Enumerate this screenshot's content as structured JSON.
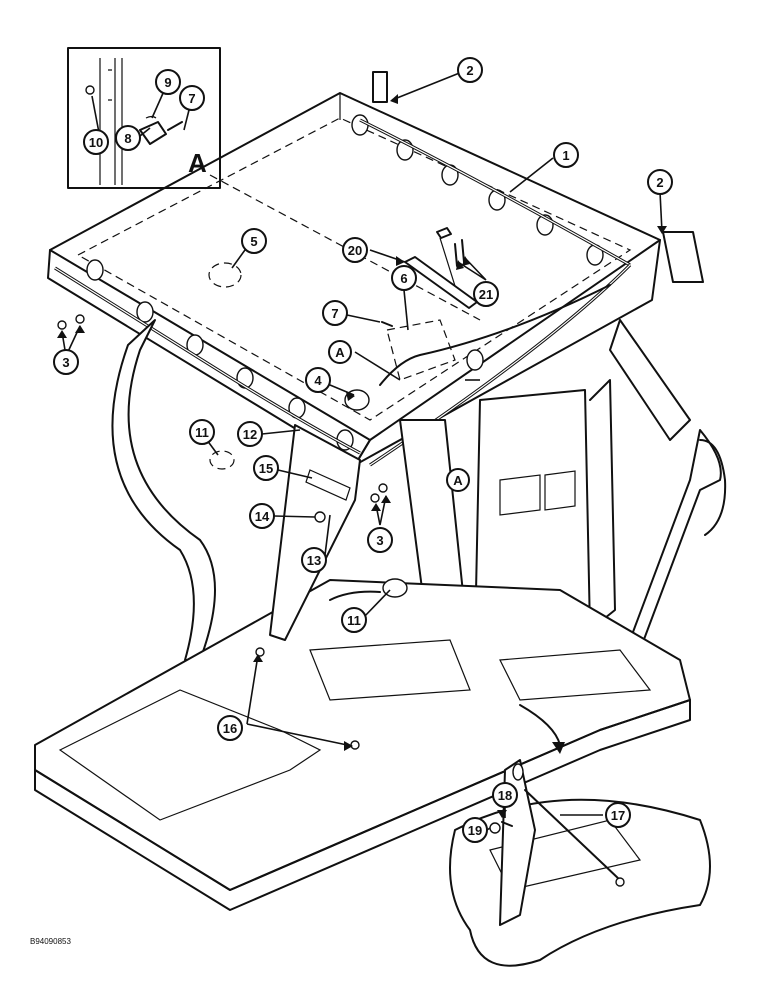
{
  "drawing_id": "B94090853",
  "inset": {
    "letter": "A"
  },
  "ref_letters": [
    {
      "id": "ref-a-1",
      "text": "A"
    },
    {
      "id": "ref-a-2",
      "text": "A"
    }
  ],
  "callouts": [
    {
      "id": "c1",
      "label": "1"
    },
    {
      "id": "c2a",
      "label": "2"
    },
    {
      "id": "c2b",
      "label": "2"
    },
    {
      "id": "c3a",
      "label": "3"
    },
    {
      "id": "c3b",
      "label": "3"
    },
    {
      "id": "c4",
      "label": "4"
    },
    {
      "id": "c5",
      "label": "5"
    },
    {
      "id": "c6",
      "label": "6"
    },
    {
      "id": "c7a",
      "label": "7"
    },
    {
      "id": "c7b",
      "label": "7"
    },
    {
      "id": "c8",
      "label": "8"
    },
    {
      "id": "c9",
      "label": "9"
    },
    {
      "id": "c10",
      "label": "10"
    },
    {
      "id": "c11a",
      "label": "11"
    },
    {
      "id": "c11b",
      "label": "11"
    },
    {
      "id": "c12",
      "label": "12"
    },
    {
      "id": "c13",
      "label": "13"
    },
    {
      "id": "c14",
      "label": "14"
    },
    {
      "id": "c15",
      "label": "15"
    },
    {
      "id": "c16",
      "label": "16"
    },
    {
      "id": "c17",
      "label": "17"
    },
    {
      "id": "c18",
      "label": "18"
    },
    {
      "id": "c19",
      "label": "19"
    },
    {
      "id": "c20",
      "label": "20"
    },
    {
      "id": "c21",
      "label": "21"
    }
  ]
}
